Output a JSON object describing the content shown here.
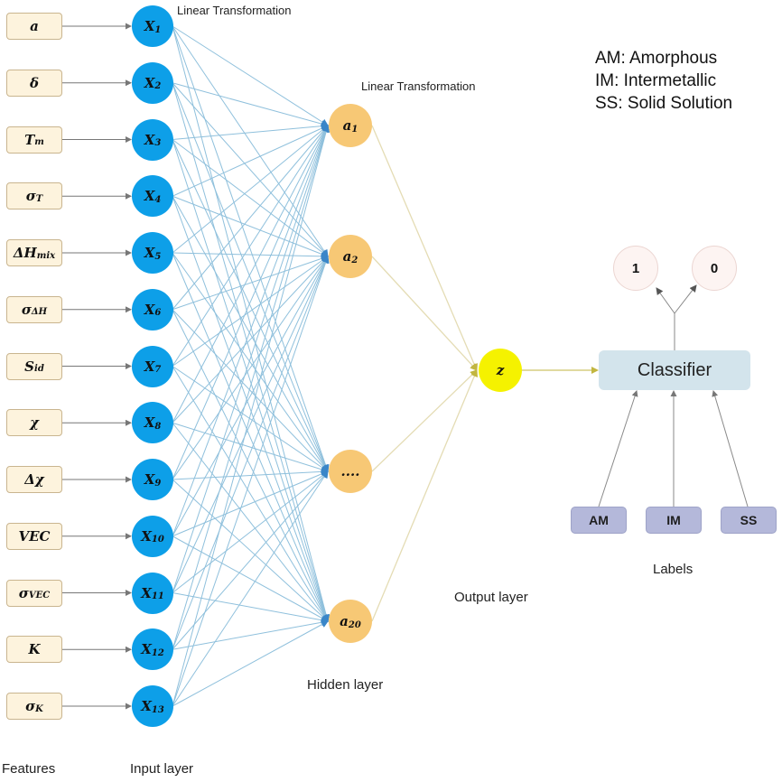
{
  "features": [
    {
      "base": "a",
      "sub": ""
    },
    {
      "base": "δ",
      "sub": ""
    },
    {
      "base": "T",
      "sub": "m"
    },
    {
      "base": "σ",
      "sub": "T"
    },
    {
      "base": "ΔH",
      "sub": "mix"
    },
    {
      "base": "σ",
      "sub": "ΔH"
    },
    {
      "base": "S",
      "sub": "id"
    },
    {
      "base": "χ",
      "sub": ""
    },
    {
      "base": "Δχ",
      "sub": ""
    },
    {
      "base": "VEC",
      "sub": ""
    },
    {
      "base": "σ",
      "sub": "VEC"
    },
    {
      "base": "K",
      "sub": ""
    },
    {
      "base": "σ",
      "sub": "K"
    }
  ],
  "input_nodes": [
    {
      "base": "X",
      "sub": "1"
    },
    {
      "base": "X",
      "sub": "2"
    },
    {
      "base": "X",
      "sub": "3"
    },
    {
      "base": "X",
      "sub": "4"
    },
    {
      "base": "X",
      "sub": "5"
    },
    {
      "base": "X",
      "sub": "6"
    },
    {
      "base": "X",
      "sub": "7"
    },
    {
      "base": "X",
      "sub": "8"
    },
    {
      "base": "X",
      "sub": "9"
    },
    {
      "base": "X",
      "sub": "10"
    },
    {
      "base": "X",
      "sub": "11"
    },
    {
      "base": "X",
      "sub": "12"
    },
    {
      "base": "X",
      "sub": "13"
    }
  ],
  "hidden_nodes": [
    {
      "base": "a",
      "sub": "1"
    },
    {
      "base": "a",
      "sub": "2"
    },
    {
      "base": "....",
      "sub": ""
    },
    {
      "base": "a",
      "sub": "20"
    }
  ],
  "output_node": "z",
  "classifier": "Classifier",
  "results": [
    "1",
    "0"
  ],
  "labels": [
    "AM",
    "IM",
    "SS"
  ],
  "text": {
    "linear_transformation_1": "Linear Transformation",
    "linear_transformation_2": "Linear Transformation",
    "features_caption": "Features",
    "input_layer_caption": "Input layer",
    "hidden_layer_caption": "Hidden layer",
    "output_layer_caption": "Output layer",
    "labels_caption": "Labels"
  },
  "legend": [
    "AM: Amorphous",
    "IM: Intermetallic",
    "SS: Solid Solution"
  ],
  "colors": {
    "feature_fill": "#fdf3dd",
    "input_node": "#0d9fe8",
    "hidden_node": "#f7c875",
    "output_node": "#f5f200",
    "input_to_hidden_edge": "#8fc0dc",
    "hidden_to_output_edge": "#e4dcb4",
    "classifier_fill": "#d3e4ec",
    "label_fill": "#b4b8da"
  }
}
